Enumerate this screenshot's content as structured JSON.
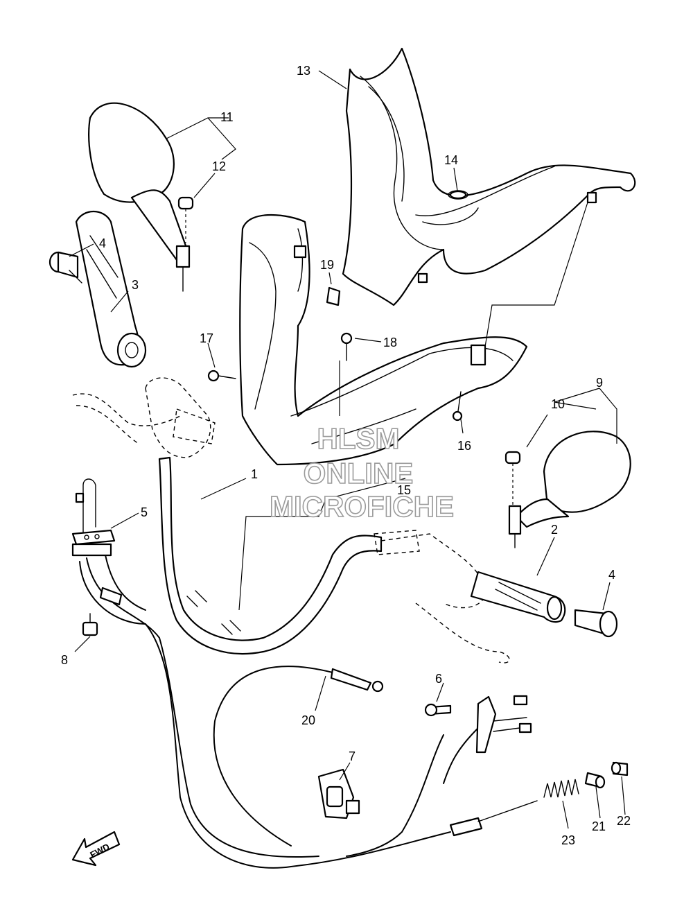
{
  "callouts": [
    "1",
    "2",
    "3",
    "4",
    "4",
    "5",
    "6",
    "7",
    "8",
    "9",
    "10",
    "11",
    "12",
    "13",
    "14",
    "15",
    "16",
    "17",
    "18",
    "19",
    "20",
    "21",
    "22",
    "23"
  ],
  "watermark": {
    "line1": "HLSM",
    "line2": "ONLINE",
    "line3": "MICROFICHE"
  },
  "direction_label": "FWD",
  "colors": {
    "line": "#000000",
    "background": "#ffffff",
    "watermark_outline": "#9a9a9a"
  }
}
